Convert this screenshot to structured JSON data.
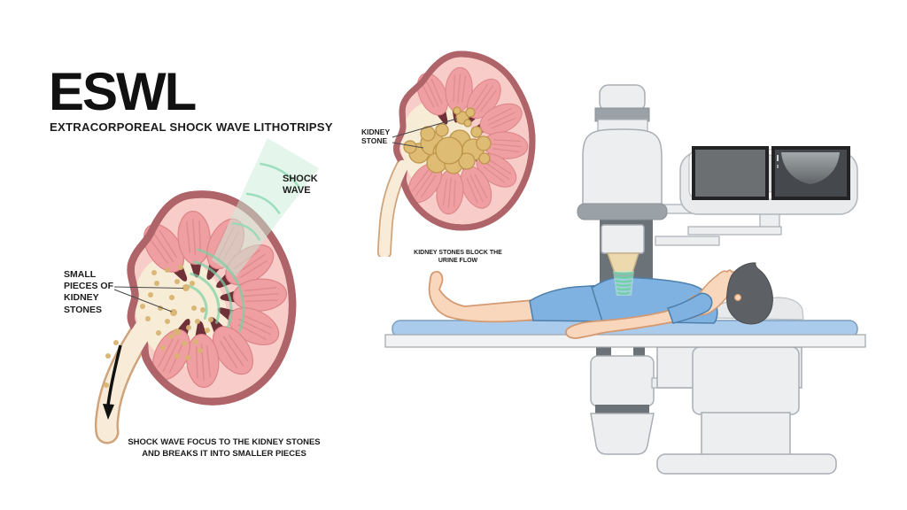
{
  "title": {
    "main": "ESWL",
    "subtitle": "EXTRACORPOREAL SHOCK WAVE LITHOTRIPSY"
  },
  "left_panel": {
    "shock_wave_label": "SHOCK WAVE",
    "small_pieces_label": "SMALL PIECES OF KIDNEY STONES",
    "caption_line1": "SHOCK WAVE FOCUS TO THE KIDNEY STONES",
    "caption_line2": "AND BREAKS IT INTO SMALLER PIECES"
  },
  "middle_panel": {
    "kidney_stone_label": "KIDNEY STONE",
    "caption_line1": "KIDNEY STONES BLOCK THE",
    "caption_line2": "URINE FLOW"
  },
  "colors": {
    "background": "#ffffff",
    "text": "#1c1c1c",
    "kidney_capsule": "#ae6468",
    "kidney_cortex": "#f8cdc9",
    "renal_pyramid": "#ef9fa1",
    "calyx_dark": "#6f3038",
    "sinus_cream": "#f7ecd6",
    "stone_tan": "#dfbc73",
    "shock_wave_green": "#7fd3a8",
    "machine_light_gray": "#eceef0",
    "machine_dark_gray": "#6b7278",
    "table_blue": "#abcbec",
    "scrubs_blue": "#7fb2e0",
    "skin": "#f9d7bd",
    "hair": "#5d6064",
    "monitor_screen_dark": "#45484c"
  }
}
